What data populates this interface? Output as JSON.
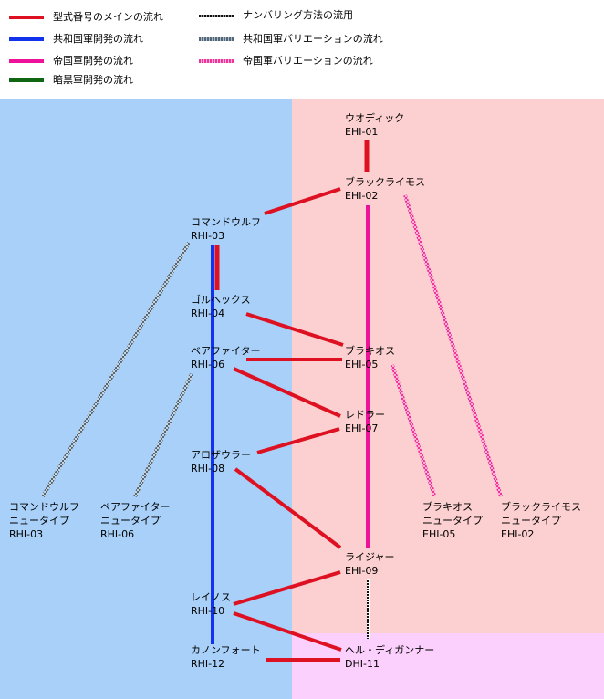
{
  "legend": [
    {
      "label": "型式番号のメインの流れ",
      "style": "main"
    },
    {
      "label": "ナンバリング方法の流用",
      "style": "numbering"
    },
    {
      "label": "共和国軍開発の流れ",
      "style": "republic"
    },
    {
      "label": "共和国軍バリエーションの流れ",
      "style": "republic_var"
    },
    {
      "label": "帝国軍開発の流れ",
      "style": "empire"
    },
    {
      "label": "帝国軍バリエーションの流れ",
      "style": "empire_var"
    },
    {
      "label": "暗黒軍開発の流れ",
      "style": "dark"
    }
  ],
  "colors": {
    "main": "#dd1122",
    "republic": "#1133ee",
    "empire": "#ee1199",
    "dark": "#116611",
    "numbering": "#111111",
    "republic_var": "#667788",
    "empire_var": "#ee3399",
    "republic_bg": "#a8d0f8",
    "empire_bg": "#fcd0d0",
    "dark_bg": "#fcd0fc"
  },
  "nodes": {
    "uodick": {
      "name": "ウオディック",
      "code": "EHI-01"
    },
    "brack_rimos": {
      "name": "ブラックライモス",
      "code": "EHI-02"
    },
    "command_wolf": {
      "name": "コマンドウルフ",
      "code": "RHI-03"
    },
    "gol_hex": {
      "name": "ゴルヘックス",
      "code": "RHI-04"
    },
    "bear_fighter": {
      "name": "ベアファイター",
      "code": "RHI-06"
    },
    "brachios": {
      "name": "ブラキオス",
      "code": "EHI-05"
    },
    "redler": {
      "name": "レドラー",
      "code": "EHI-07"
    },
    "arosaurer": {
      "name": "アロザウラー",
      "code": "RHI-08"
    },
    "raijar": {
      "name": "ライジャー",
      "code": "EHI-09"
    },
    "reinos": {
      "name": "レイノス",
      "code": "RHI-10"
    },
    "cannon_fort": {
      "name": "カノンフォート",
      "code": "RHI-12"
    },
    "hell_digunner": {
      "name": "ヘル・ディガンナー",
      "code": "DHI-11"
    },
    "command_wolf_nt": {
      "name": "コマンドウルフ",
      "sub": "ニュータイプ",
      "code": "RHI-03"
    },
    "bear_fighter_nt": {
      "name": "ベアファイター",
      "sub": "ニュータイプ",
      "code": "RHI-06"
    },
    "brachios_nt": {
      "name": "ブラキオス",
      "sub": "ニュータイプ",
      "code": "EHI-05"
    },
    "brack_rimos_nt": {
      "name": "ブラックライモス",
      "sub": "ニュータイプ",
      "code": "EHI-02"
    }
  }
}
